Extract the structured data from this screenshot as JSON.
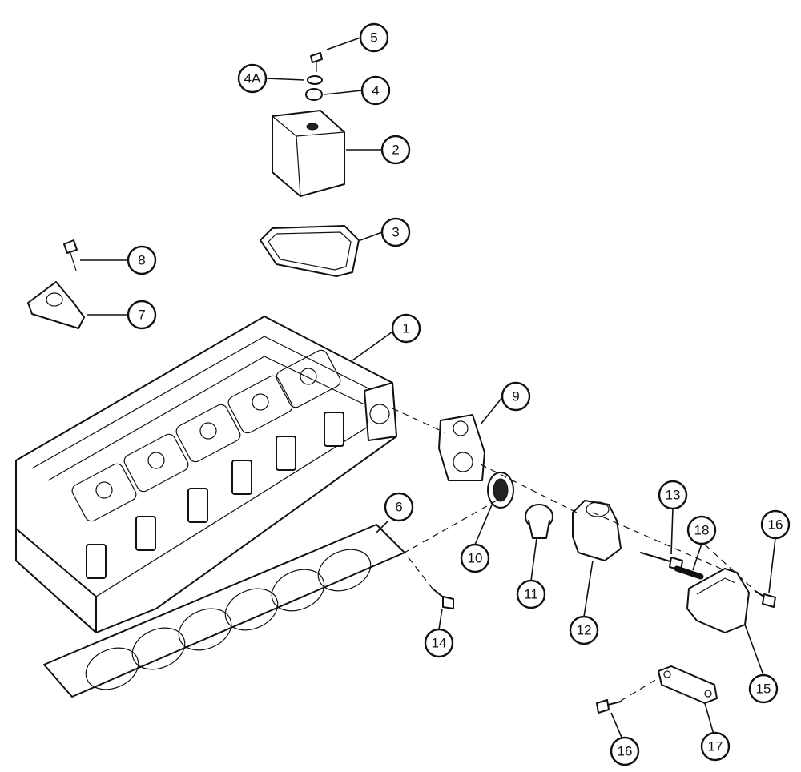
{
  "diagram": {
    "callouts": [
      {
        "id": "c1",
        "label": "1"
      },
      {
        "id": "c2",
        "label": "2"
      },
      {
        "id": "c3",
        "label": "3"
      },
      {
        "id": "c4",
        "label": "4"
      },
      {
        "id": "c4a",
        "label": "4A"
      },
      {
        "id": "c5",
        "label": "5"
      },
      {
        "id": "c6",
        "label": "6"
      },
      {
        "id": "c7",
        "label": "7"
      },
      {
        "id": "c8",
        "label": "8"
      },
      {
        "id": "c9",
        "label": "9"
      },
      {
        "id": "c10",
        "label": "10"
      },
      {
        "id": "c11",
        "label": "11"
      },
      {
        "id": "c12",
        "label": "12"
      },
      {
        "id": "c13",
        "label": "13"
      },
      {
        "id": "c14",
        "label": "14"
      },
      {
        "id": "c15",
        "label": "15"
      },
      {
        "id": "c16a",
        "label": "16"
      },
      {
        "id": "c16b",
        "label": "16"
      },
      {
        "id": "c17",
        "label": "17"
      },
      {
        "id": "c18",
        "label": "18"
      }
    ]
  }
}
